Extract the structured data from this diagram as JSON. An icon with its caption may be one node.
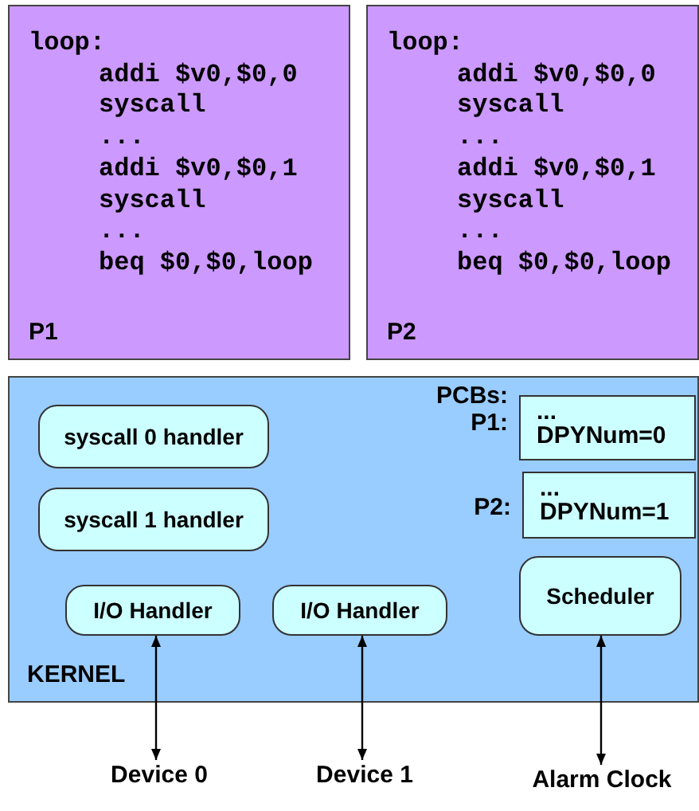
{
  "diagram": {
    "nodes": [
      {
        "text": [
          "loop:",
          "addi $v0,$0,0",
          "syscall",
          "...",
          "addi $v0,$0,1",
          "syscall",
          "...",
          "beq $0,$0,loop",
          "P1"
        ]
      },
      {
        "text": [
          "loop:",
          "addi $v0,$0,0",
          "syscall",
          "...",
          "addi $v0,$0,1",
          "syscall",
          "...",
          "beq $0,$0,loop",
          "P2"
        ]
      },
      {
        "text": [
          "KERNEL"
        ]
      },
      {
        "text": [
          "syscall 0 handler"
        ],
        "in": 2
      },
      {
        "text": [
          "syscall 1 handler"
        ],
        "in": 2
      },
      {
        "text": [
          "...",
          "DPYNum=0"
        ],
        "beside": [
          "PCBs:",
          "P1:"
        ],
        "in": 2
      },
      {
        "text": [
          "...",
          "DPYNum=1"
        ],
        "beside": [
          "P2:"
        ],
        "in": 2
      },
      {
        "text": [
          "I/O Handler"
        ],
        "in": 2
      },
      {
        "text": [
          "I/O Handler"
        ],
        "in": 2
      },
      {
        "text": [
          "Scheduler"
        ],
        "in": 2
      },
      {
        "text": [
          "Device 0"
        ]
      },
      {
        "text": [
          "Device 1"
        ]
      },
      {
        "text": [
          "Alarm Clock"
        ]
      }
    ],
    "edges": [
      {
        "from": 7,
        "to": 10,
        "arrow": "both"
      },
      {
        "from": 8,
        "to": 11,
        "arrow": "both"
      },
      {
        "from": 9,
        "to": 12,
        "arrow": "both"
      }
    ]
  }
}
